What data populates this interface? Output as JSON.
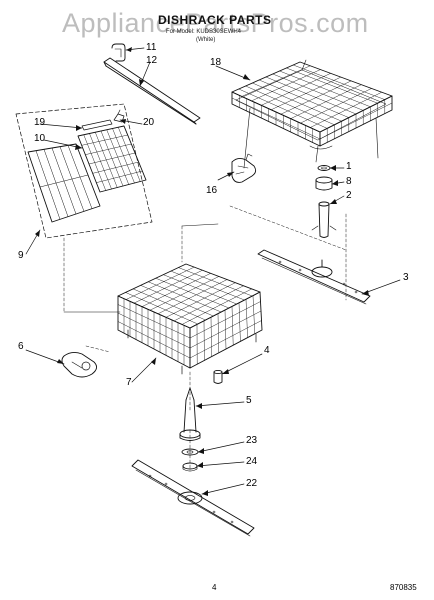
{
  "watermark": "AppliancePartsPros.com",
  "header": {
    "title": "DISHRACK PARTS",
    "model_line": "For Model: KUDS30SEWH4",
    "color_line": "(White)"
  },
  "footer": {
    "page_number": "4",
    "doc_number": "870835"
  },
  "callouts": {
    "c1": "1",
    "c2": "2",
    "c3": "3",
    "c4": "4",
    "c5": "5",
    "c6": "6",
    "c7": "7",
    "c8": "8",
    "c9": "9",
    "c10": "10",
    "c11": "11",
    "c12": "12",
    "c16": "16",
    "c18": "18",
    "c19": "19",
    "c20": "20",
    "c22": "22",
    "c23": "23",
    "c24": "24"
  },
  "colors": {
    "line": "#111111",
    "watermark": "#bdbdbd"
  }
}
